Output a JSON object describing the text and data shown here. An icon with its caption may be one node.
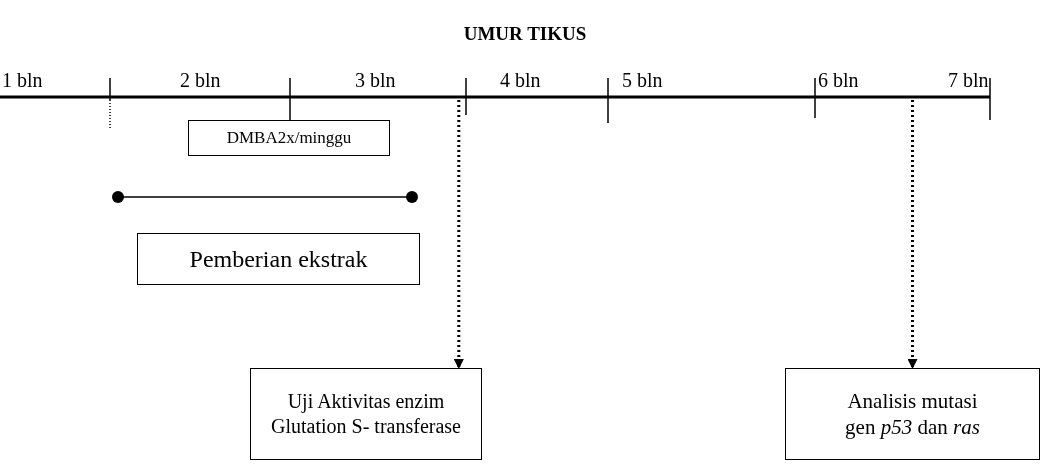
{
  "diagram": {
    "title": "UMUR TIKUS",
    "nodes": [
      {
        "text": [
          "DMBA2x/minggu"
        ]
      },
      {
        "text": [
          "Pemberian ekstrak"
        ]
      },
      {
        "text": [
          "Uji Aktivitas enzim Glutation S- transferase"
        ]
      },
      {
        "text": [
          "Analisis mutasi gen *p53* dan *ras*"
        ]
      }
    ],
    "edges": [
      {
        "from": null,
        "to": 2,
        "arrow": "to",
        "style": "dashed"
      },
      {
        "from": null,
        "to": 3,
        "arrow": "to",
        "style": "dashed"
      }
    ],
    "labels": [
      "1 bln",
      "2 bln",
      "3 bln",
      "4 bln",
      "5 bln",
      "6 bln",
      "7 bln"
    ]
  }
}
